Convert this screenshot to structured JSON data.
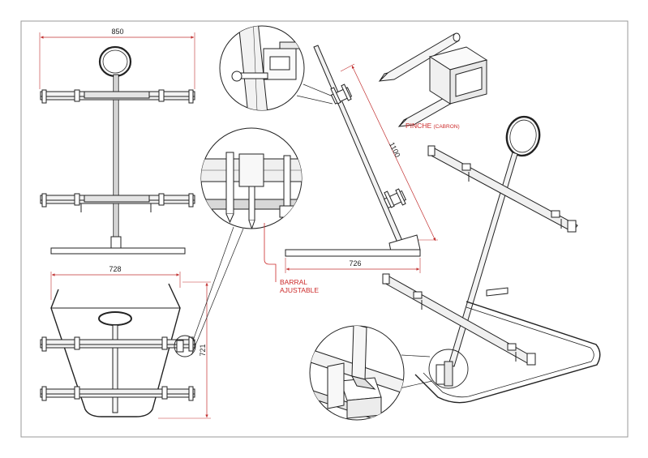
{
  "dimensions": {
    "front_width": "850",
    "plan_width": "728",
    "plan_depth": "721",
    "side_height": "1100",
    "side_base": "726"
  },
  "labels": {
    "pinche_main": "PINCHE ",
    "pinche_paren": "(CABRON)",
    "barral_line1": "BARRAL",
    "barral_line2": "AJUSTABLE"
  },
  "colors": {
    "line": "#222222",
    "dimension": "#c23030",
    "label": "#cc2a2a",
    "steel_fill": "#eeeeee"
  }
}
